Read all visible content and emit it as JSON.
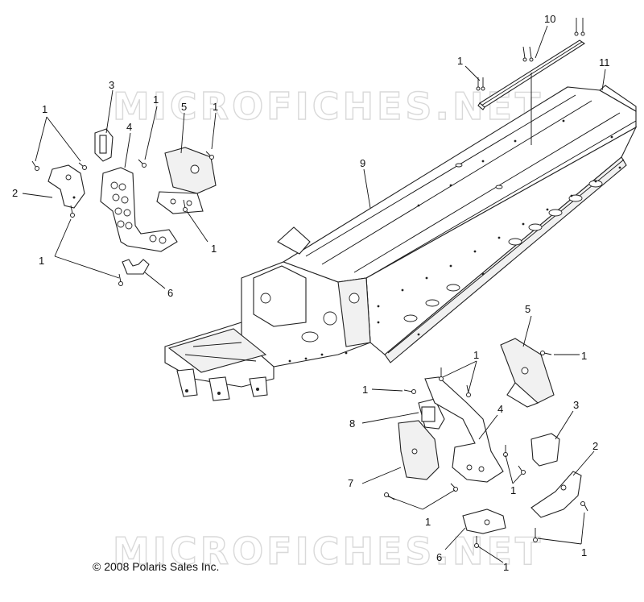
{
  "watermark": "MICROFICHES.NET",
  "copyright": "© 2008 Polaris Sales Inc.",
  "callouts": [
    {
      "id": "c10",
      "text": "10"
    },
    {
      "id": "c11",
      "text": "11"
    },
    {
      "id": "c1a",
      "text": "1"
    },
    {
      "id": "c3a",
      "text": "3"
    },
    {
      "id": "c1b",
      "text": "1"
    },
    {
      "id": "c1c",
      "text": "1"
    },
    {
      "id": "c5a",
      "text": "5"
    },
    {
      "id": "c1d",
      "text": "1"
    },
    {
      "id": "c4a",
      "text": "4"
    },
    {
      "id": "c9",
      "text": "9"
    },
    {
      "id": "c2a",
      "text": "2"
    },
    {
      "id": "c1e",
      "text": "1"
    },
    {
      "id": "c1f",
      "text": "1"
    },
    {
      "id": "c6a",
      "text": "6"
    },
    {
      "id": "c5b",
      "text": "5"
    },
    {
      "id": "c1g",
      "text": "1"
    },
    {
      "id": "c1h",
      "text": "1"
    },
    {
      "id": "c1i",
      "text": "1"
    },
    {
      "id": "c8",
      "text": "8"
    },
    {
      "id": "c4b",
      "text": "4"
    },
    {
      "id": "c3b",
      "text": "3"
    },
    {
      "id": "c2b",
      "text": "2"
    },
    {
      "id": "c7",
      "text": "7"
    },
    {
      "id": "c1j",
      "text": "1"
    },
    {
      "id": "c1k",
      "text": "1"
    },
    {
      "id": "c6b",
      "text": "6"
    },
    {
      "id": "c1l",
      "text": "1"
    },
    {
      "id": "c1m",
      "text": "1"
    }
  ]
}
